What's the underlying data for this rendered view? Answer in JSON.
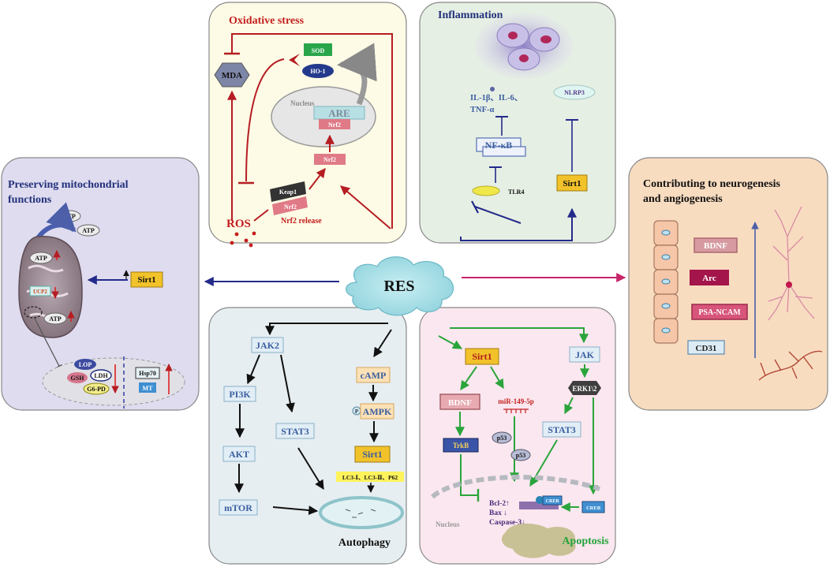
{
  "center": {
    "label": "RES"
  },
  "oxidative": {
    "title": "Oxidative stress",
    "mda": "MDA",
    "sod": "SOD",
    "ho1": "HO-1",
    "nucleus": "Nucleus",
    "are": "ARE",
    "nrf2": "Nrf2",
    "keap1": "Keap1",
    "ros": "ROS",
    "release": "Nrf2 release"
  },
  "inflammation": {
    "title": "Inflammation",
    "cytokines_line1": "IL-1β、IL-6、",
    "cytokines_line2": "TNF-α",
    "nlrp3": "NLRP3",
    "nfkb": "NF-κB",
    "tlr4": "TLR4",
    "sirt1": "Sirt1"
  },
  "mito": {
    "title_line1": "Preserving mitochondrial",
    "title_line2": "functions",
    "atp": "ATP",
    "ucp2": "UCP2",
    "sirt1": "Sirt1",
    "lop": "LOP",
    "ldh": "LDH",
    "gsh": "GSH",
    "g6pd": "G6-PD",
    "hsp70": "Hsp70",
    "mt": "MT"
  },
  "neuro": {
    "title_line1": "Contributing to neurogenesis",
    "title_line2": "and angiogenesis",
    "bdnf": "BDNF",
    "arc": "Arc",
    "psa": "PSA-NCAM",
    "cd31": "CD31"
  },
  "autophagy": {
    "title": "Autophagy",
    "jak2": "JAK2",
    "pi3k": "PI3K",
    "akt": "AKT",
    "mtor": "mTOR",
    "stat3": "STAT3",
    "camp": "cAMP",
    "ampk": "AMPK",
    "p_mark": "P",
    "sirt1": "Sirt1",
    "lc3": "LC3-Ⅰ、LC3-Ⅱ、P62"
  },
  "apoptosis": {
    "title": "Apoptosis",
    "sirt1": "Sirt1",
    "jak": "JAK",
    "erk": "ERK1\\2",
    "bdnf": "BDNF",
    "mir": "miR-149-5p",
    "trkb": "TrkB",
    "p53": "p53",
    "stat3": "STAT3",
    "creb": "CREB",
    "bcl2": "Bcl-2↑",
    "bax": "Bax ↓",
    "caspase": "Caspase-3↓",
    "nucleus": "Nucleus"
  }
}
